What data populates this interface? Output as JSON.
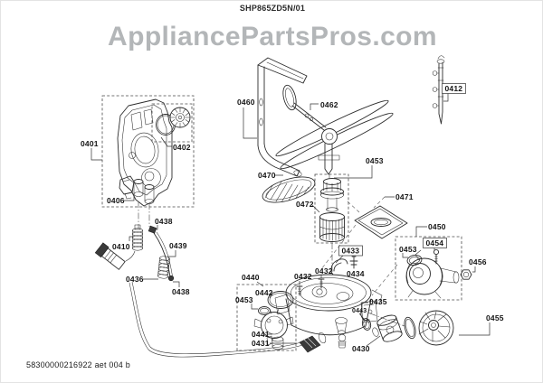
{
  "title": "SHP865ZD5N/01",
  "watermark": "AppliancePartsPros.com",
  "doc_code": "58300000216922 aet 004 b",
  "part_labels": [
    {
      "text": "0401"
    },
    {
      "text": "0402"
    },
    {
      "text": "0406"
    },
    {
      "text": "0410"
    },
    {
      "text": "0438"
    },
    {
      "text": "0439"
    },
    {
      "text": "0436"
    },
    {
      "text": "0438"
    },
    {
      "text": "0460"
    },
    {
      "text": "0462"
    },
    {
      "text": "0453"
    },
    {
      "text": "0470"
    },
    {
      "text": "0472"
    },
    {
      "text": "0471"
    },
    {
      "text": "0433"
    },
    {
      "text": "0432"
    },
    {
      "text": "0432"
    },
    {
      "text": "0434"
    },
    {
      "text": "0435"
    },
    {
      "text": "0443"
    },
    {
      "text": "0430"
    },
    {
      "text": "0431"
    },
    {
      "text": "0440"
    },
    {
      "text": "0442"
    },
    {
      "text": "0453"
    },
    {
      "text": "0441"
    },
    {
      "text": "0450"
    },
    {
      "text": "0454"
    },
    {
      "text": "0453"
    },
    {
      "text": "0456"
    },
    {
      "text": "0455"
    },
    {
      "text": "0412"
    }
  ]
}
